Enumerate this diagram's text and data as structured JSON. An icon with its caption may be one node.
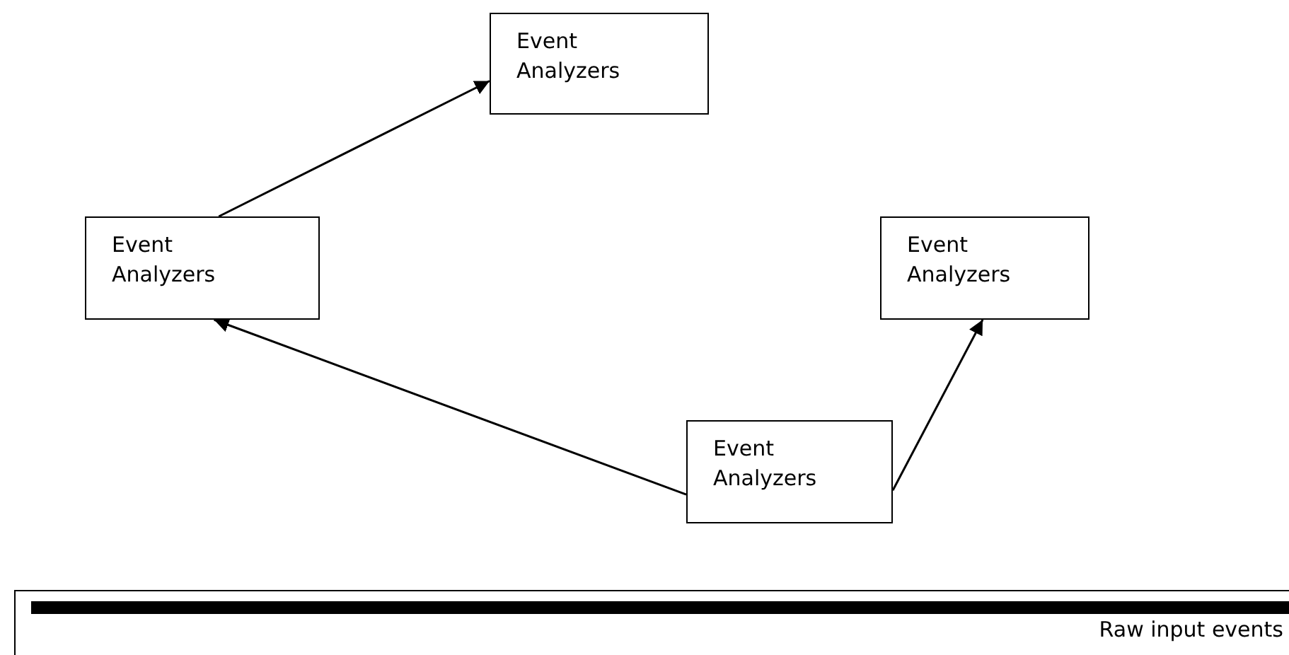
{
  "diagram": {
    "nodes": [
      {
        "text": [
          "Event Analyzers"
        ]
      },
      {
        "text": [
          "Event Analyzers"
        ]
      },
      {
        "text": [
          "Event Analyzers"
        ]
      },
      {
        "text": [
          "Event Analyzers"
        ]
      },
      {
        "text": [
          "Raw input events"
        ]
      }
    ],
    "edges": [
      {
        "from": 1,
        "to": 0,
        "arrow": "to"
      },
      {
        "from": 3,
        "to": 1,
        "arrow": "to"
      },
      {
        "from": 3,
        "to": 2,
        "arrow": "to"
      }
    ]
  }
}
